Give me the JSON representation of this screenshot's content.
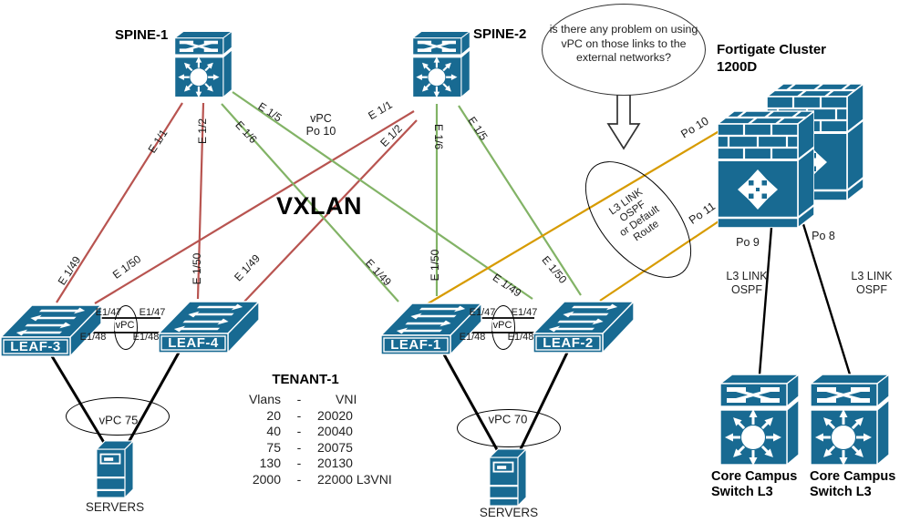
{
  "colors": {
    "node_teal": "#186A92",
    "link_red": "#B85450",
    "link_green": "#82B366",
    "link_orange": "#D79B00",
    "link_black": "#000000"
  },
  "nodes": {
    "spine1": {
      "label": "SPINE-1"
    },
    "spine2": {
      "label": "SPINE-2"
    },
    "leaf1": {
      "label": "LEAF-1"
    },
    "leaf2": {
      "label": "LEAF-2"
    },
    "leaf3": {
      "label": "LEAF-3"
    },
    "leaf4": {
      "label": "LEAF-4"
    },
    "fortigate": {
      "line1": "Fortigate Cluster",
      "line2": "1200D"
    },
    "core1": {
      "line1": "Core Campus",
      "line2": "Switch L3"
    },
    "core2": {
      "line1": "Core Campus",
      "line2": "Switch L3"
    },
    "servers_left": {
      "label": "SERVERS"
    },
    "servers_right": {
      "label": "SERVERS"
    }
  },
  "annotations": {
    "speech": {
      "line1": "is there any problem on using",
      "line2": "vPC on those links to the",
      "line3": "external networks?"
    },
    "vxlan": "VXLAN",
    "vpc_po10": {
      "line1": "vPC",
      "line2": "Po 10"
    },
    "l3_link_ellipse": {
      "line1": "L3 LINK",
      "line2": "OSPF",
      "line3": "or Default",
      "line4": "Route"
    },
    "l3_ospf_left": {
      "line1": "L3 LINK",
      "line2": "OSPF"
    },
    "l3_ospf_right": {
      "line1": "L3 LINK",
      "line2": "OSPF"
    },
    "vpc_pair_left": "vPC",
    "vpc_pair_right": "vPC",
    "vpc75": "vPC 75",
    "vpc70": "vPC 70"
  },
  "link_labels": [
    {
      "label": "E 1/1"
    },
    {
      "label": "E 1/2"
    },
    {
      "label": "E 1/6"
    },
    {
      "label": "E 1/5"
    },
    {
      "label": "E 1/1"
    },
    {
      "label": "E 1/2"
    },
    {
      "label": "E 1/6"
    },
    {
      "label": "E 1/5"
    },
    {
      "label": "E 1/49"
    },
    {
      "label": "E 1/50"
    },
    {
      "label": "E 1/50"
    },
    {
      "label": "E 1/49"
    },
    {
      "label": "E 1/49"
    },
    {
      "label": "E 1/50"
    },
    {
      "label": "E 1/49"
    },
    {
      "label": "E 1/50"
    },
    {
      "label": "E1/47"
    },
    {
      "label": "E1/47"
    },
    {
      "label": "E1/48"
    },
    {
      "label": "E1/48"
    },
    {
      "label": "E1/47"
    },
    {
      "label": "E1/47"
    },
    {
      "label": "E1/48"
    },
    {
      "label": "E1/48"
    },
    {
      "label": "Po 10"
    },
    {
      "label": "Po 11"
    },
    {
      "label": "Po 9"
    },
    {
      "label": "Po 8"
    }
  ],
  "tenant": {
    "title": "TENANT-1",
    "rows": [
      {
        "c1": "Vlans",
        "c2": "-",
        "c3": "VNI"
      },
      {
        "c1": "20",
        "c2": "-",
        "c3": "20020"
      },
      {
        "c1": "40",
        "c2": "-",
        "c3": "20040"
      },
      {
        "c1": "75",
        "c2": "-",
        "c3": "20075"
      },
      {
        "c1": "130",
        "c2": "-",
        "c3": "20130"
      },
      {
        "c1": "2000",
        "c2": "-",
        "c3": "22000 L3VNI"
      }
    ]
  }
}
